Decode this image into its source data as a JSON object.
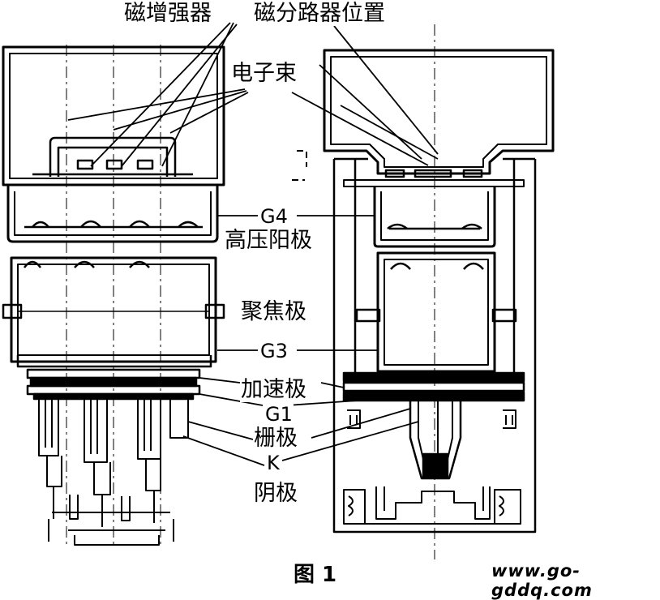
{
  "labels": {
    "magnetic_enhancer": "磁增强器",
    "magnetic_shunt_position": "磁分路器位置",
    "electron_beam": "电子束",
    "g4": "G4",
    "high_voltage_anode": "高压阳极",
    "focus_electrode": "聚焦极",
    "g3": "G3",
    "accelerating_electrode": "加速极",
    "g1": "G1",
    "grid": "栅极",
    "k": "K",
    "cathode": "阴极"
  },
  "caption": "图 1",
  "watermark": "www.go-gddq.com"
}
